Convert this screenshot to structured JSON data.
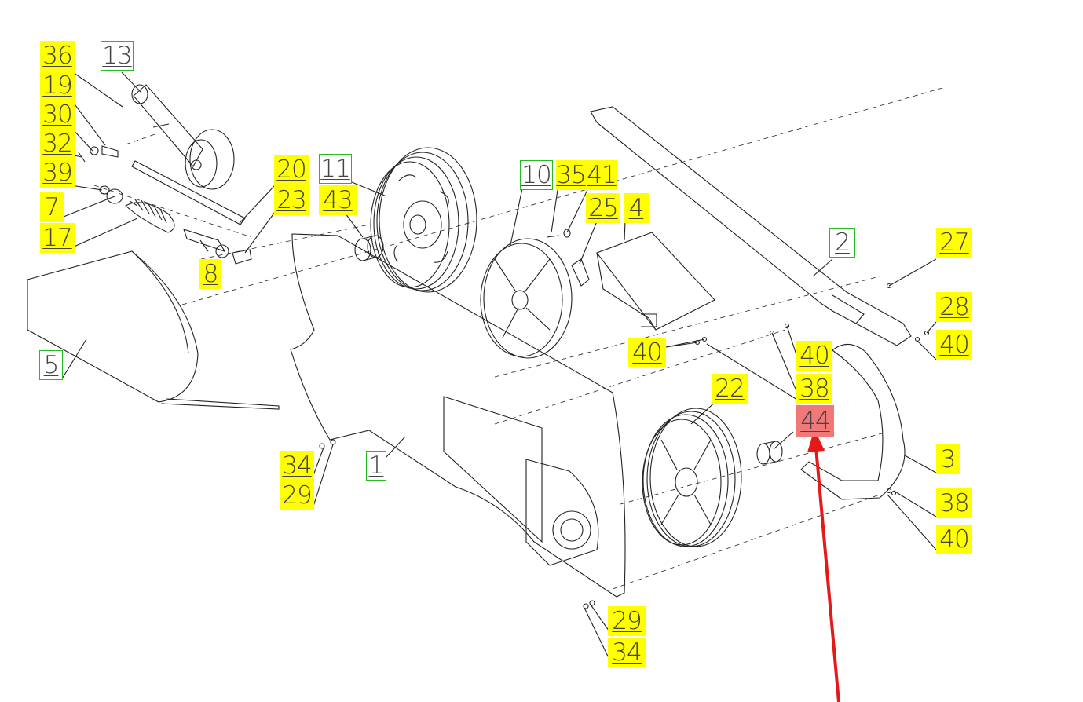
{
  "colors": {
    "yellow_tag": "#ffff00",
    "green_tag_border": "#22bb22",
    "red_tag": "#f07878",
    "arrow": "#e61919",
    "line": "#222222"
  },
  "callouts": {
    "c36": "36",
    "c19": "19",
    "c30": "30",
    "c32": "32",
    "c39": "39",
    "c7": "7",
    "c17": "17",
    "c13": "13",
    "c20": "20",
    "c23": "23",
    "c8": "8",
    "c11": "11",
    "c43": "43",
    "c10": "10",
    "c35": "35",
    "c41": "41",
    "c25": "25",
    "c4": "4",
    "c2": "2",
    "c27": "27",
    "c28": "28",
    "c40a": "40",
    "c40b": "40",
    "c40c": "40",
    "c40d": "40",
    "c38a": "38",
    "c38b": "38",
    "c44": "44",
    "c22": "22",
    "c3": "3",
    "c5": "5",
    "c1": "1",
    "c34a": "34",
    "c29a": "29",
    "c29b": "29",
    "c34b": "34"
  },
  "highlight": {
    "part": "44",
    "pointer": "red-arrow"
  }
}
